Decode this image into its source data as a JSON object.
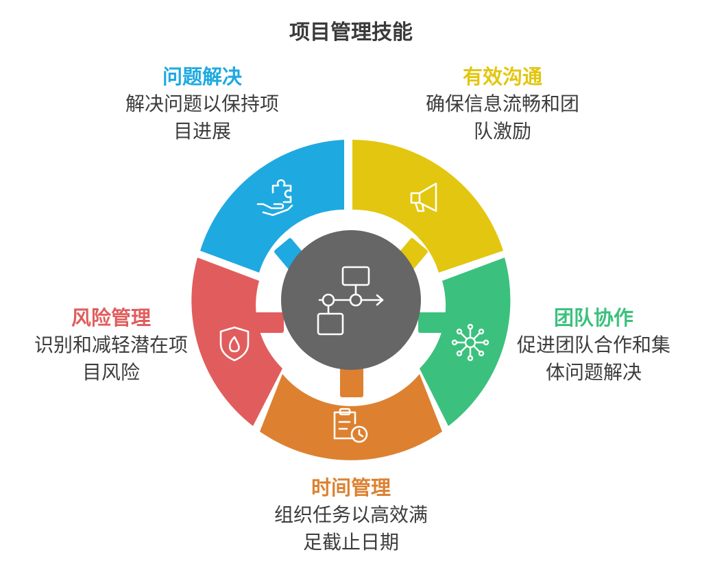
{
  "title": "项目管理技能",
  "segments": [
    {
      "key": "problem",
      "title": "问题解决",
      "desc_lines": [
        "解决问题以保持项",
        "目进展"
      ],
      "color": "#1EA9E1",
      "icon": "puzzle-hand-icon"
    },
    {
      "key": "comm",
      "title": "有效沟通",
      "desc_lines": [
        "确保信息流畅和团",
        "队激励"
      ],
      "color": "#E3C60F",
      "icon": "megaphone-icon"
    },
    {
      "key": "team",
      "title": "团队协作",
      "desc_lines": [
        "促进团队合作和集",
        "体问题解决"
      ],
      "color": "#3BC17D",
      "icon": "network-icon"
    },
    {
      "key": "time",
      "title": "时间管理",
      "desc_lines": [
        "组织任务以高效满",
        "足截止日期"
      ],
      "color": "#DD8130",
      "icon": "clipboard-clock-icon"
    },
    {
      "key": "risk",
      "title": "风险管理",
      "desc_lines": [
        "识别和减轻潜在项",
        "目风险"
      ],
      "color": "#E15D5D",
      "icon": "shield-flame-icon"
    }
  ],
  "center": {
    "color": "#666666",
    "icon": "flowchart-icon"
  }
}
